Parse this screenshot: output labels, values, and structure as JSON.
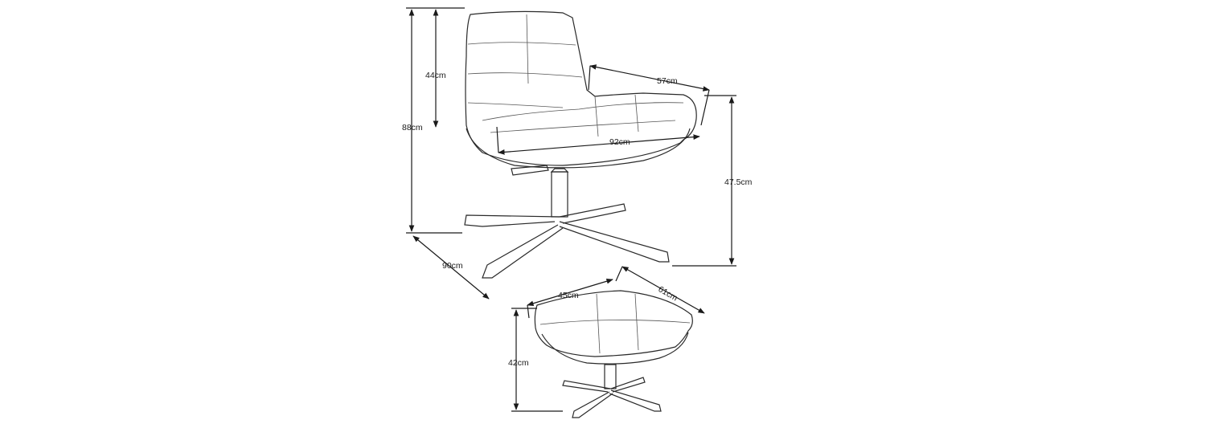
{
  "labels": {
    "armchair_height_overall": "88cm",
    "armchair_backrest_height": "44cm",
    "armchair_depth": "90cm",
    "armchair_seat_depth": "57cm",
    "armchair_width": "92cm",
    "armchair_seat_height": "47.5cm",
    "footstool_width": "45cm",
    "footstool_depth": "61cm",
    "footstool_height": "42cm"
  },
  "colors": {
    "line": "#2a2a2a",
    "background": "#ffffff"
  }
}
